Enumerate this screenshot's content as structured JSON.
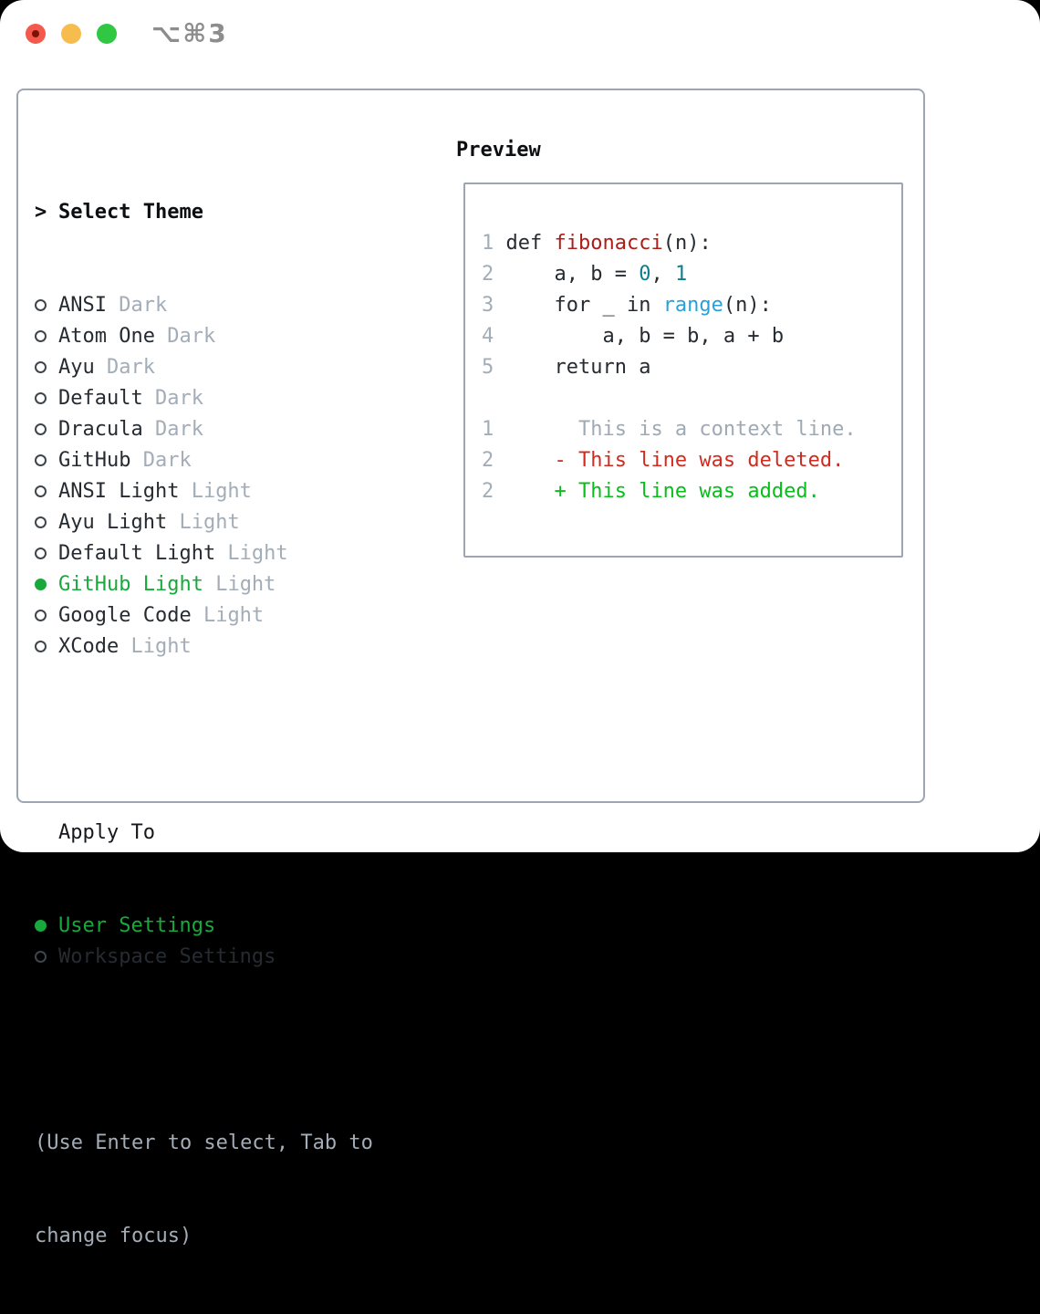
{
  "window": {
    "title": "⌥⌘3",
    "traffic_lights": [
      {
        "name": "close",
        "color": "#f3594c"
      },
      {
        "name": "minimize",
        "color": "#f6bd4e"
      },
      {
        "name": "zoom",
        "color": "#30c742"
      }
    ]
  },
  "theme_picker": {
    "caret": ">",
    "heading": "Select Theme",
    "items": [
      {
        "name": "ANSI",
        "variant": "Dark",
        "selected": false
      },
      {
        "name": "Atom One",
        "variant": "Dark",
        "selected": false
      },
      {
        "name": "Ayu",
        "variant": "Dark",
        "selected": false
      },
      {
        "name": "Default",
        "variant": "Dark",
        "selected": false
      },
      {
        "name": "Dracula",
        "variant": "Dark",
        "selected": false
      },
      {
        "name": "GitHub",
        "variant": "Dark",
        "selected": false
      },
      {
        "name": "ANSI Light",
        "variant": "Light",
        "selected": false
      },
      {
        "name": "Ayu Light",
        "variant": "Light",
        "selected": false
      },
      {
        "name": "Default Light",
        "variant": "Light",
        "selected": false
      },
      {
        "name": "GitHub Light",
        "variant": "Light",
        "selected": true
      },
      {
        "name": "Google Code",
        "variant": "Light",
        "selected": false
      },
      {
        "name": "XCode",
        "variant": "Light",
        "selected": false
      }
    ],
    "apply_to": {
      "heading": "Apply To",
      "options": [
        {
          "label": "User Settings",
          "selected": true
        },
        {
          "label": "Workspace Settings",
          "selected": false
        }
      ]
    },
    "hint_lines": [
      "(Use Enter to select, Tab to",
      "change focus)"
    ]
  },
  "preview": {
    "heading": "Preview",
    "lines": [
      {
        "num": "1",
        "tokens": [
          {
            "t": "def ",
            "c": "plain"
          },
          {
            "t": "fibonacci",
            "c": "func"
          },
          {
            "t": "(n):",
            "c": "plain"
          }
        ]
      },
      {
        "num": "2",
        "tokens": [
          {
            "t": "    a, b = ",
            "c": "plain"
          },
          {
            "t": "0",
            "c": "num"
          },
          {
            "t": ", ",
            "c": "plain"
          },
          {
            "t": "1",
            "c": "num"
          }
        ]
      },
      {
        "num": "3",
        "tokens": [
          {
            "t": "    for _ in ",
            "c": "plain"
          },
          {
            "t": "range",
            "c": "builtin"
          },
          {
            "t": "(n):",
            "c": "plain"
          }
        ]
      },
      {
        "num": "4",
        "tokens": [
          {
            "t": "        a, b = b, a + b",
            "c": "plain"
          }
        ]
      },
      {
        "num": "5",
        "tokens": [
          {
            "t": "    return a",
            "c": "plain"
          }
        ]
      },
      {
        "num": "",
        "tokens": []
      },
      {
        "num": "1",
        "tokens": [
          {
            "t": "      This is a context line.",
            "c": "context"
          }
        ]
      },
      {
        "num": "2",
        "tokens": [
          {
            "t": "    - This line was deleted.",
            "c": "deleted"
          }
        ]
      },
      {
        "num": "2",
        "tokens": [
          {
            "t": "    + This line was added.",
            "c": "added"
          }
        ]
      }
    ]
  },
  "colors": {
    "selection_green": "#19a83b",
    "added_green": "#0abc1c",
    "deleted_red": "#d02b20",
    "function_red": "#ad1d18",
    "number_teal": "#0c7f8c",
    "builtin_blue": "#2aa0d8",
    "muted_gray": "#a3adb8",
    "text_dark": "#262b31",
    "border_gray": "#9ca6b2"
  }
}
